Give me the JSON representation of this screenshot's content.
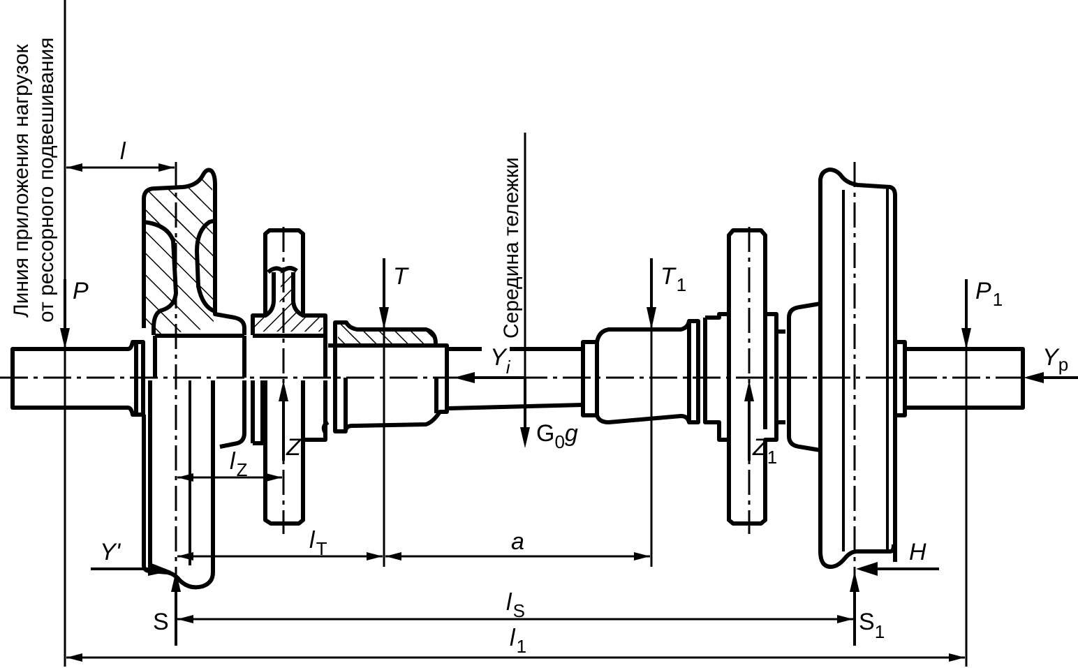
{
  "diagram": {
    "type": "technical-drawing",
    "subject": "railway wheelset with traction gear — force and dimension scheme",
    "vertical_notes": {
      "load_line_line1": "Линия приложения нагрузок",
      "load_line_line2": "от рессорного подвешивания",
      "bogie_center": "Середина тележки"
    },
    "forces": {
      "P": {
        "symbol": "P",
        "sub": ""
      },
      "P1": {
        "symbol": "P",
        "sub": "1"
      },
      "T": {
        "symbol": "T",
        "sub": ""
      },
      "T1": {
        "symbol": "T",
        "sub": "1"
      },
      "Yi": {
        "symbol": "Y",
        "sub": "i"
      },
      "Yp": {
        "symbol": "Y",
        "sub": "p"
      },
      "G0g": {
        "symbol": "G",
        "sub": "0",
        "suffix": "g"
      },
      "Z": {
        "symbol": "Z",
        "sub": ""
      },
      "Z1": {
        "symbol": "Z",
        "sub": "1"
      },
      "Yprime": {
        "symbol": "Y'",
        "sub": ""
      },
      "H": {
        "symbol": "H",
        "sub": ""
      },
      "S": {
        "symbol": "S",
        "sub": ""
      },
      "S1": {
        "symbol": "S",
        "sub": "1"
      }
    },
    "dimensions": {
      "l": {
        "symbol": "l",
        "sub": ""
      },
      "lZ": {
        "symbol": "l",
        "sub": "Z"
      },
      "lT": {
        "symbol": "l",
        "sub": "T"
      },
      "a": {
        "symbol": "a",
        "sub": ""
      },
      "lS": {
        "symbol": "l",
        "sub": "S"
      },
      "l1": {
        "symbol": "l",
        "sub": "1"
      }
    }
  }
}
